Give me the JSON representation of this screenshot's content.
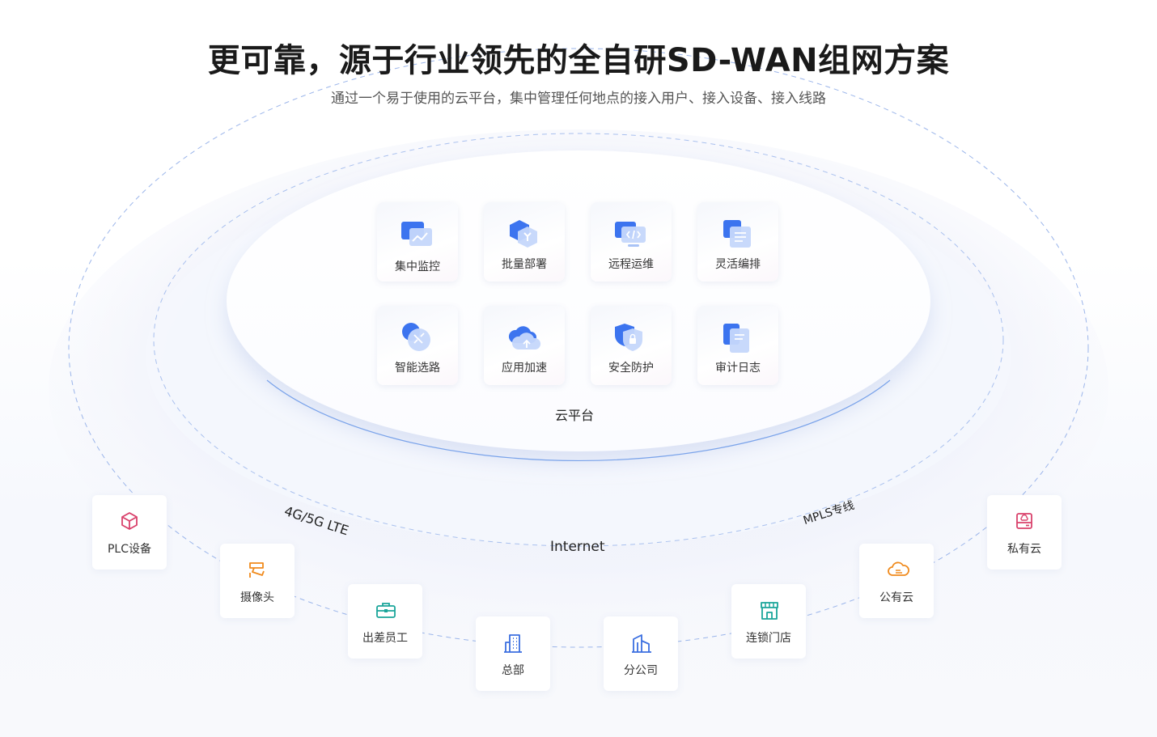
{
  "header": {
    "title": "更可靠，源于行业领先的全自研SD-WAN组网方案",
    "subtitle": "通过一个易于使用的云平台，集中管理任何地点的接入用户、接入设备、接入线路"
  },
  "platform": {
    "label": "云平台",
    "features": [
      {
        "label": "集中监控",
        "icon": "monitor-chart-icon"
      },
      {
        "label": "批量部署",
        "icon": "cube-deploy-icon"
      },
      {
        "label": "远程运维",
        "icon": "remote-code-icon"
      },
      {
        "label": "灵活编排",
        "icon": "document-layers-icon"
      },
      {
        "label": "智能选路",
        "icon": "route-switch-icon"
      },
      {
        "label": "应用加速",
        "icon": "cloud-upload-icon"
      },
      {
        "label": "安全防护",
        "icon": "shield-lock-icon"
      },
      {
        "label": "审计日志",
        "icon": "log-document-icon"
      }
    ]
  },
  "links": {
    "lte": "4G/5G LTE",
    "internet": "Internet",
    "mpls": "MPLS专线"
  },
  "endpoints": [
    {
      "label": "PLC设备",
      "icon": "cube-icon",
      "color": "#d9416b"
    },
    {
      "label": "摄像头",
      "icon": "camera-icon",
      "color": "#f08a1c"
    },
    {
      "label": "出差员工",
      "icon": "briefcase-icon",
      "color": "#1aa59a"
    },
    {
      "label": "总部",
      "icon": "building-icon",
      "color": "#3b6fe0"
    },
    {
      "label": "分公司",
      "icon": "office-icon",
      "color": "#3b6fe0"
    },
    {
      "label": "连锁门店",
      "icon": "store-icon",
      "color": "#1aa59a"
    },
    {
      "label": "公有云",
      "icon": "cloud-icon",
      "color": "#f08a1c"
    },
    {
      "label": "私有云",
      "icon": "server-icon",
      "color": "#d9416b"
    }
  ],
  "colors": {
    "accent": "#3c74ef",
    "accent_light": "#a9c3f6",
    "ellipse_stroke": "#7aa3ea"
  }
}
